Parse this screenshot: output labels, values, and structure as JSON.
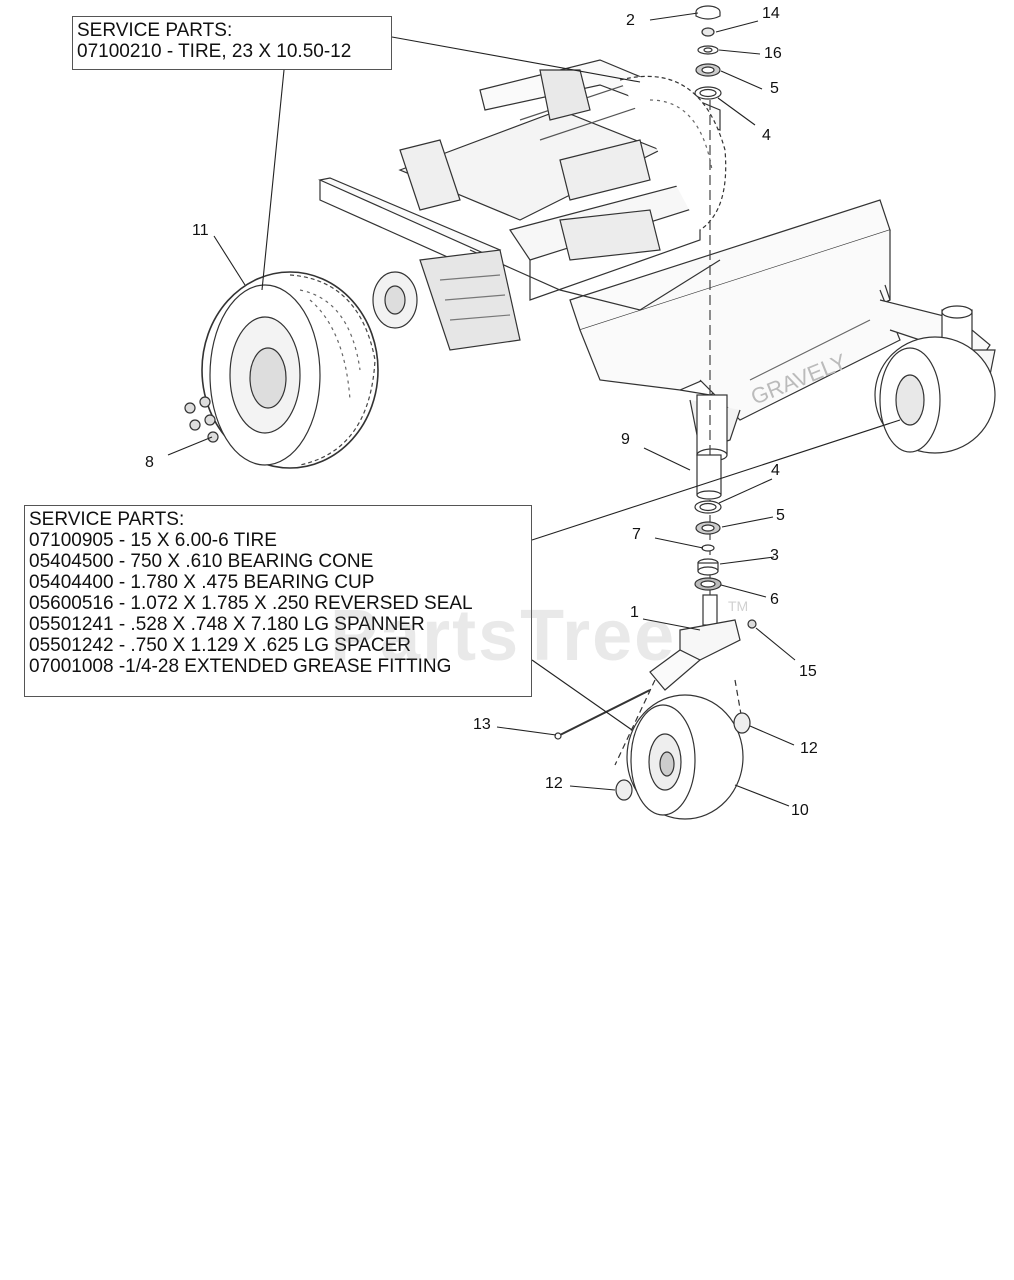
{
  "service_parts_top": {
    "heading": "SERVICE PARTS:",
    "lines": [
      "07100210 - TIRE, 23 X 10.50-12"
    ]
  },
  "service_parts_bottom": {
    "heading": "SERVICE PARTS:",
    "lines": [
      "07100905 - 15 X 6.00-6 TIRE",
      "05404500 - 750 X .610 BEARING CONE",
      "05404400 - 1.780 X .475 BEARING CUP",
      "05600516 - 1.072 X 1.785 X .250 REVERSED SEAL",
      "05501241 - .528 X .748 X 7.180 LG SPANNER",
      "05501242 - .750 X 1.129 X .625 LG SPACER",
      "07001008 -1/4-28 EXTENDED GREASE FITTING"
    ]
  },
  "callouts": [
    {
      "id": "c2",
      "label": "2"
    },
    {
      "id": "c14",
      "label": "14"
    },
    {
      "id": "c16",
      "label": "16"
    },
    {
      "id": "c5a",
      "label": "5"
    },
    {
      "id": "c4a",
      "label": "4"
    },
    {
      "id": "c11",
      "label": "11"
    },
    {
      "id": "c8",
      "label": "8"
    },
    {
      "id": "c9",
      "label": "9"
    },
    {
      "id": "c4b",
      "label": "4"
    },
    {
      "id": "c5b",
      "label": "5"
    },
    {
      "id": "c7",
      "label": "7"
    },
    {
      "id": "c3",
      "label": "3"
    },
    {
      "id": "c6",
      "label": "6"
    },
    {
      "id": "c1",
      "label": "1"
    },
    {
      "id": "c15",
      "label": "15"
    },
    {
      "id": "c13",
      "label": "13"
    },
    {
      "id": "c12a",
      "label": "12"
    },
    {
      "id": "c12b",
      "label": "12"
    },
    {
      "id": "c10",
      "label": "10"
    }
  ],
  "frame_brand": "GRAVELY",
  "watermark": "PartsTree",
  "trademark": "TM"
}
